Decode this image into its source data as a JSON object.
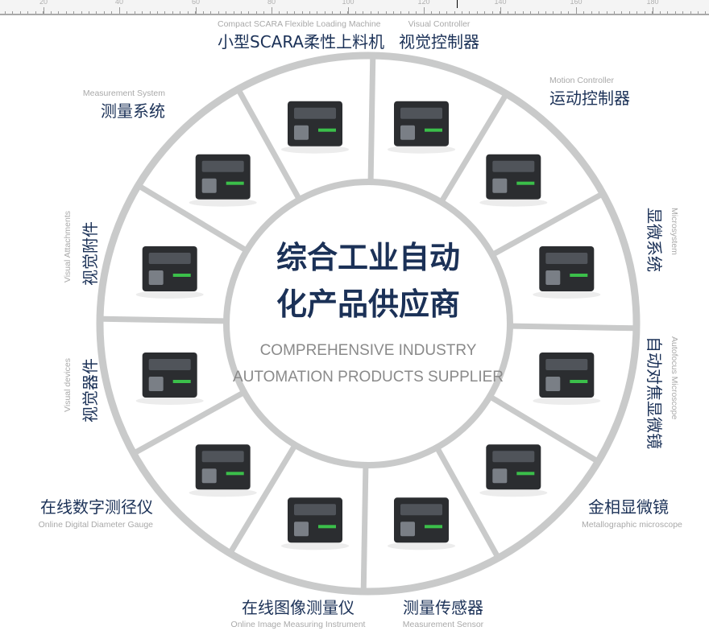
{
  "ruler": {
    "labels": [
      "20",
      "40",
      "60",
      "80",
      "100",
      "120",
      "140",
      "160",
      "180"
    ]
  },
  "center": {
    "title_line1": "综合工业自动",
    "title_line2": "化产品供应商",
    "subtitle_line1": "COMPREHENSIVE INDUSTRY",
    "subtitle_line2": "AUTOMATION PRODUCTS SUPPLIER"
  },
  "colors": {
    "ring": "#c9caca",
    "title": "#1b3157",
    "subtitle": "#8a8a8a"
  },
  "segments": [
    {
      "cn": "小型SCARA柔性上料机",
      "en": "Compact SCARA Flexible Loading Machine",
      "icon": "scara-loader-icon"
    },
    {
      "cn": "视觉控制器",
      "en": "Visual Controller",
      "icon": "vision-controller-icon"
    },
    {
      "cn": "运动控制器",
      "en": "Motion Controller",
      "icon": "motion-controller-icon"
    },
    {
      "cn": "显微系统",
      "en": "Microsystem",
      "icon": "microscope-system-icon"
    },
    {
      "cn": "自动对焦显微镜",
      "en": "Autofocus Microscope",
      "icon": "autofocus-microscope-icon"
    },
    {
      "cn": "金相显微镜",
      "en": "Metallographic microscope",
      "icon": "metallographic-microscope-icon"
    },
    {
      "cn": "测量传感器",
      "en": "Measurement Sensor",
      "icon": "measurement-sensor-icon"
    },
    {
      "cn": "在线图像测量仪",
      "en": "Online Image Measuring Instrument",
      "icon": "image-measuring-instrument-icon"
    },
    {
      "cn": "在线数字测径仪",
      "en": "Online Digital Diameter Gauge",
      "icon": "diameter-gauge-icon"
    },
    {
      "cn": "视觉器件",
      "en": "Visual devices",
      "icon": "lens-devices-icon"
    },
    {
      "cn": "视觉附件",
      "en": "Visual Attachments",
      "icon": "ring-light-icon"
    },
    {
      "cn": "测量系统",
      "en": "Measurement System",
      "icon": "measurement-system-icon"
    }
  ]
}
